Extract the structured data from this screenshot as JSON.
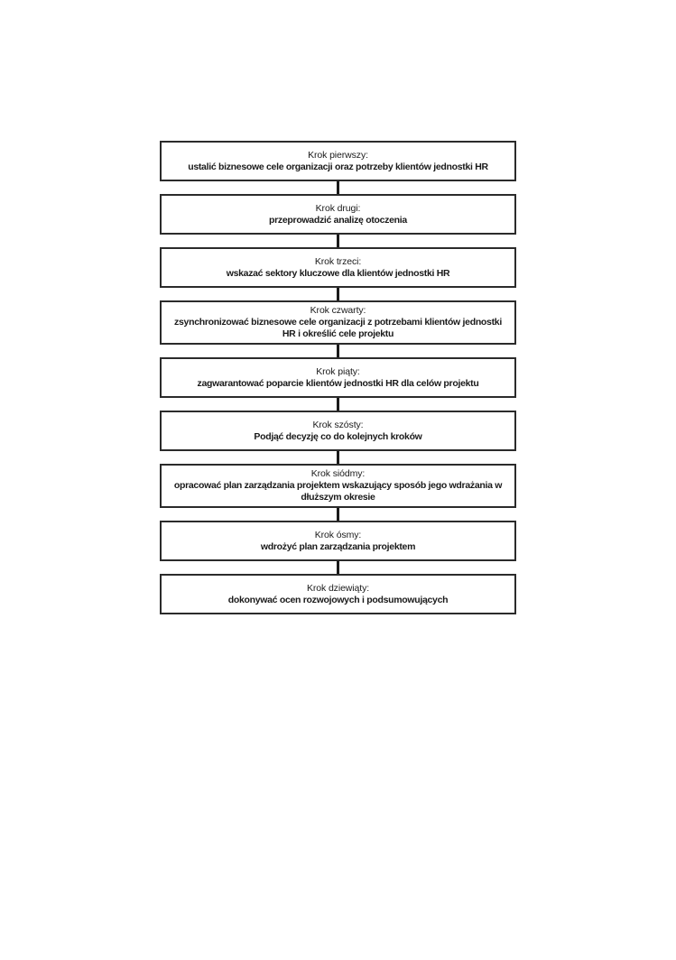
{
  "page": {
    "background": "#ffffff",
    "text_color": "#1a1a1a"
  },
  "diagram": {
    "type": "flowchart",
    "direction": "top-down",
    "box_border_color": "#2b2b2b",
    "box_background": "#ffffff",
    "connector_color": "#1a1a1a",
    "steps": [
      {
        "label": "Krok pierwszy:",
        "description": "ustalić biznesowe cele organizacji oraz potrzeby klientów jednostki HR"
      },
      {
        "label": "Krok drugi:",
        "description": "przeprowadzić analizę otoczenia"
      },
      {
        "label": "Krok trzeci:",
        "description": "wskazać sektory kluczowe dla klientów jednostki HR"
      },
      {
        "label": "Krok czwarty:",
        "description": "zsynchronizować biznesowe cele organizacji z potrzebami klientów jednostki HR i określić cele projektu"
      },
      {
        "label": "Krok piąty:",
        "description": "zagwarantować poparcie klientów jednostki HR dla celów projektu"
      },
      {
        "label": "Krok szósty:",
        "description": "Podjąć decyzję co do kolejnych kroków"
      },
      {
        "label": "Krok siódmy:",
        "description": "opracować plan zarządzania projektem wskazujący sposób jego wdrażania w dłuższym okresie"
      },
      {
        "label": "Krok ósmy:",
        "description": "wdrożyć plan zarządzania projektem"
      },
      {
        "label": "Krok dziewiąty:",
        "description": "dokonywać ocen rozwojowych i podsumowujących"
      }
    ]
  }
}
